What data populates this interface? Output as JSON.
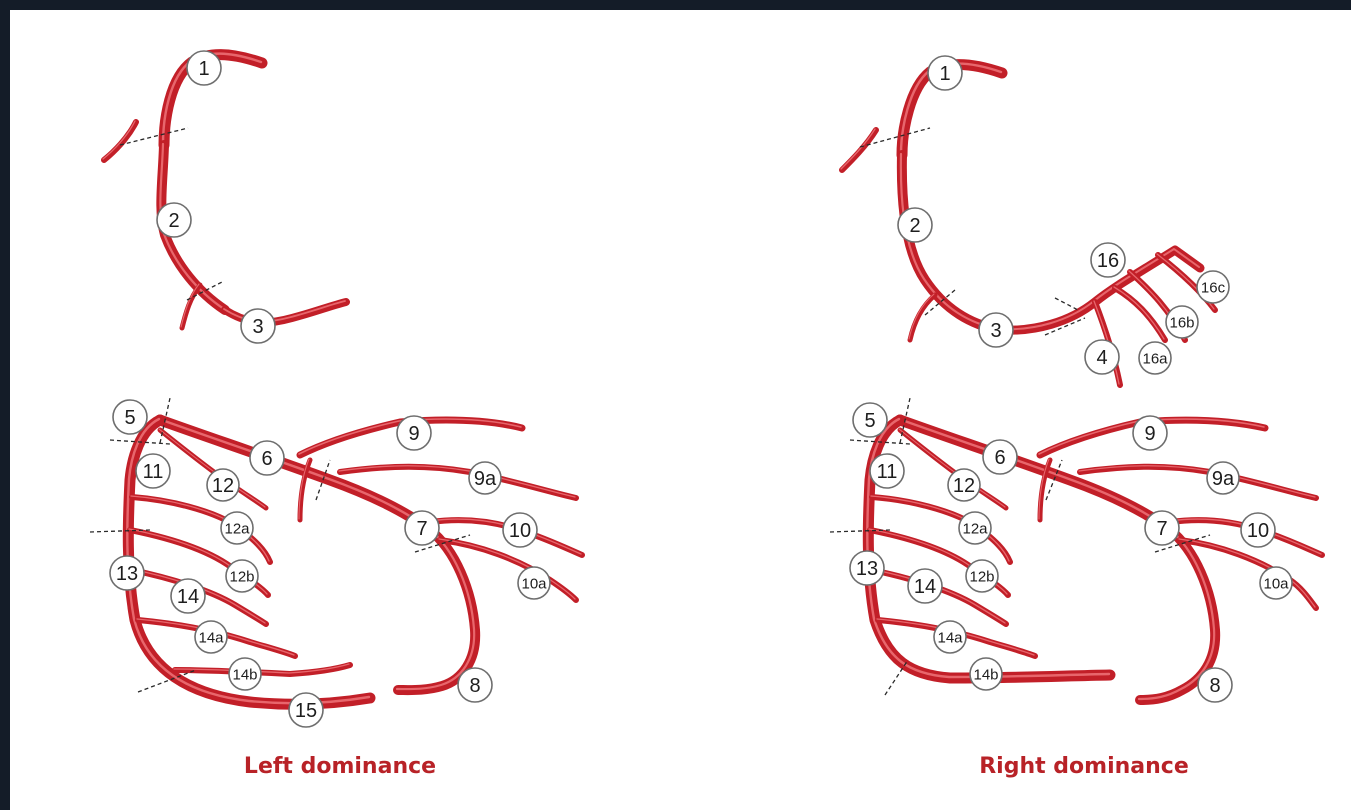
{
  "panels": [
    {
      "id": "left",
      "caption": "Left dominance",
      "segments": [
        "1",
        "2",
        "3",
        "5",
        "6",
        "9",
        "9a",
        "11",
        "12",
        "12a",
        "12b",
        "13",
        "14",
        "14a",
        "14b",
        "15",
        "7",
        "10",
        "10a",
        "8"
      ]
    },
    {
      "id": "right",
      "caption": "Right dominance",
      "segments": [
        "1",
        "2",
        "3",
        "4",
        "16",
        "16a",
        "16b",
        "16c",
        "5",
        "6",
        "9",
        "9a",
        "11",
        "12",
        "12a",
        "12b",
        "13",
        "14",
        "14a",
        "14b",
        "7",
        "10",
        "10a",
        "8"
      ]
    }
  ],
  "colors": {
    "vessel": "#c21f28",
    "vessel_highlight": "#e8666c",
    "caption": "#b82227",
    "background": "#ffffff",
    "outer_frame": "#141c28"
  }
}
